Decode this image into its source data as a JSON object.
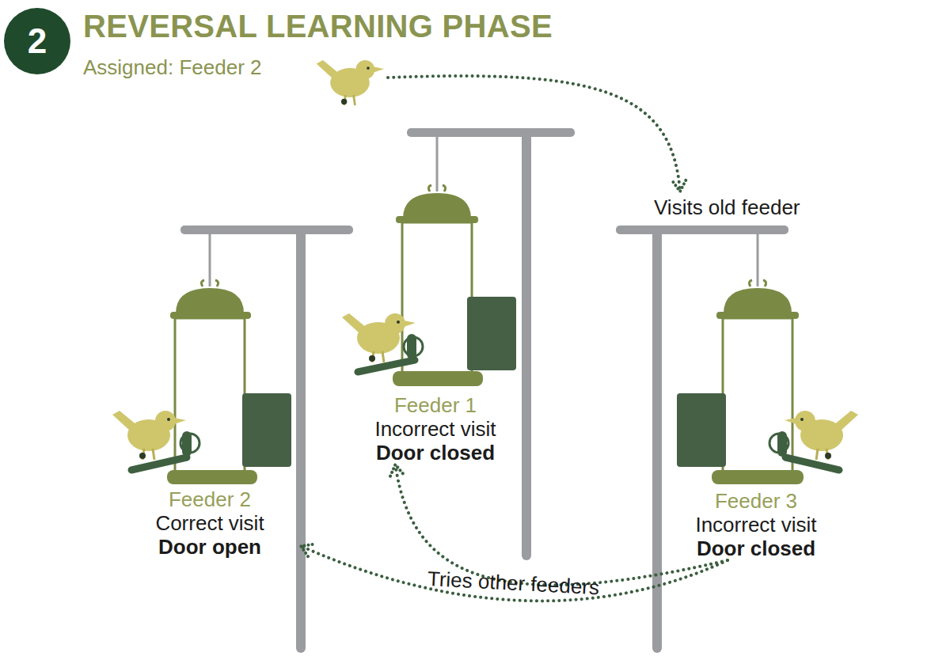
{
  "diagram": {
    "title": "REVERSAL LEARNING PHASE",
    "nodes": [
      {
        "text": [
          "2"
        ]
      },
      {
        "text": [
          "Assigned: Feeder 2"
        ]
      },
      {
        "text": [
          "Feeder 2",
          "Correct visit",
          "Door open"
        ]
      },
      {
        "text": [
          "Feeder 1",
          "Incorrect visit",
          "Door closed"
        ]
      },
      {
        "text": [
          "Feeder 3",
          "Incorrect visit",
          "Door closed"
        ]
      }
    ],
    "edges": [
      {
        "from": 1,
        "to": 4,
        "label": "Visits old feeder",
        "arrow": "to"
      },
      {
        "from": 4,
        "to": 2,
        "label": "Tries other feeders",
        "arrow": "to"
      },
      {
        "from": 4,
        "to": 3,
        "arrow": "to"
      }
    ]
  }
}
